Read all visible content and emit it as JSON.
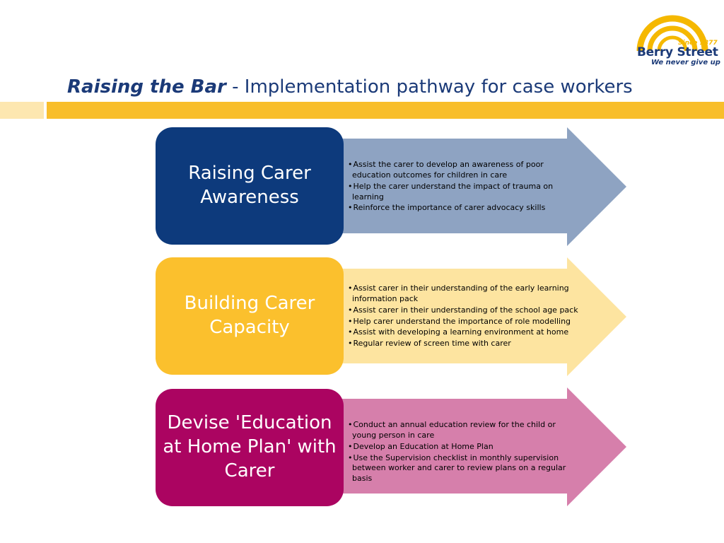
{
  "logo": {
    "since": "Since 1877",
    "name": "Berry Street",
    "tagline": "We never give up",
    "colors": {
      "arc": "#f5b800",
      "text": "#1b3a78"
    }
  },
  "title": {
    "emphasis": "Raising the Bar",
    "rest": " - Implementation pathway for case workers"
  },
  "colors": {
    "title": "#1b3a78",
    "stripe": "#f8be2b",
    "stripe_light": "#fde7b0"
  },
  "stages": [
    {
      "label": "Raising Carer Awareness",
      "box_color": "#0d3a7c",
      "arrow_color": "#8ea3c2",
      "bullets": [
        "Assist the carer to develop an awareness of poor education outcomes for children in care",
        "Help the carer understand the impact of trauma on learning",
        "Reinforce the importance of carer advocacy skills"
      ]
    },
    {
      "label": "Building Carer Capacity",
      "box_color": "#fbc02d",
      "arrow_color": "#fde4a0",
      "bullets": [
        "Assist carer in their understanding of the early learning information pack",
        "Assist carer in their understanding of the school age pack",
        "Help carer understand the importance of role modelling",
        "Assist with developing a learning environment at home",
        "Regular review of screen time with carer"
      ]
    },
    {
      "label": "Devise 'Education at Home Plan' with Carer",
      "box_color": "#ab0461",
      "arrow_color": "#d67fab",
      "bullets": [
        "Conduct an annual education review for the child or young person in care",
        "Develop an Education at Home Plan",
        "Use the Supervision checklist in monthly supervision between worker and carer to review plans on a regular basis"
      ]
    }
  ]
}
